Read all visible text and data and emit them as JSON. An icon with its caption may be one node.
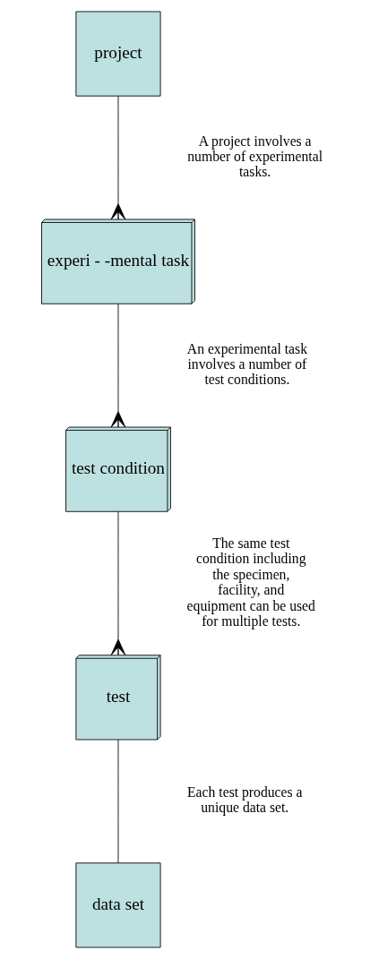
{
  "diagram": {
    "nodes": [
      {
        "text": [
          "project"
        ]
      },
      {
        "text": [
          "experi - -mental task"
        ]
      },
      {
        "text": [
          "test condition"
        ]
      },
      {
        "text": [
          "test"
        ]
      },
      {
        "text": [
          "data set"
        ]
      }
    ],
    "edges": [
      {
        "from": 0,
        "to": 1,
        "arrow": "other"
      },
      {
        "from": 1,
        "to": 2,
        "arrow": "other"
      },
      {
        "from": 2,
        "to": 3,
        "arrow": "other"
      },
      {
        "from": 3,
        "to": 4,
        "arrow": "none"
      }
    ],
    "labels": [
      "A project involves a number of experimental tasks.",
      "An experimental task involves a number of test conditions.",
      "The same test condition including the specimen, facility, and equipment can be used for multiple tests.",
      "Each test produces a unique data set."
    ]
  }
}
